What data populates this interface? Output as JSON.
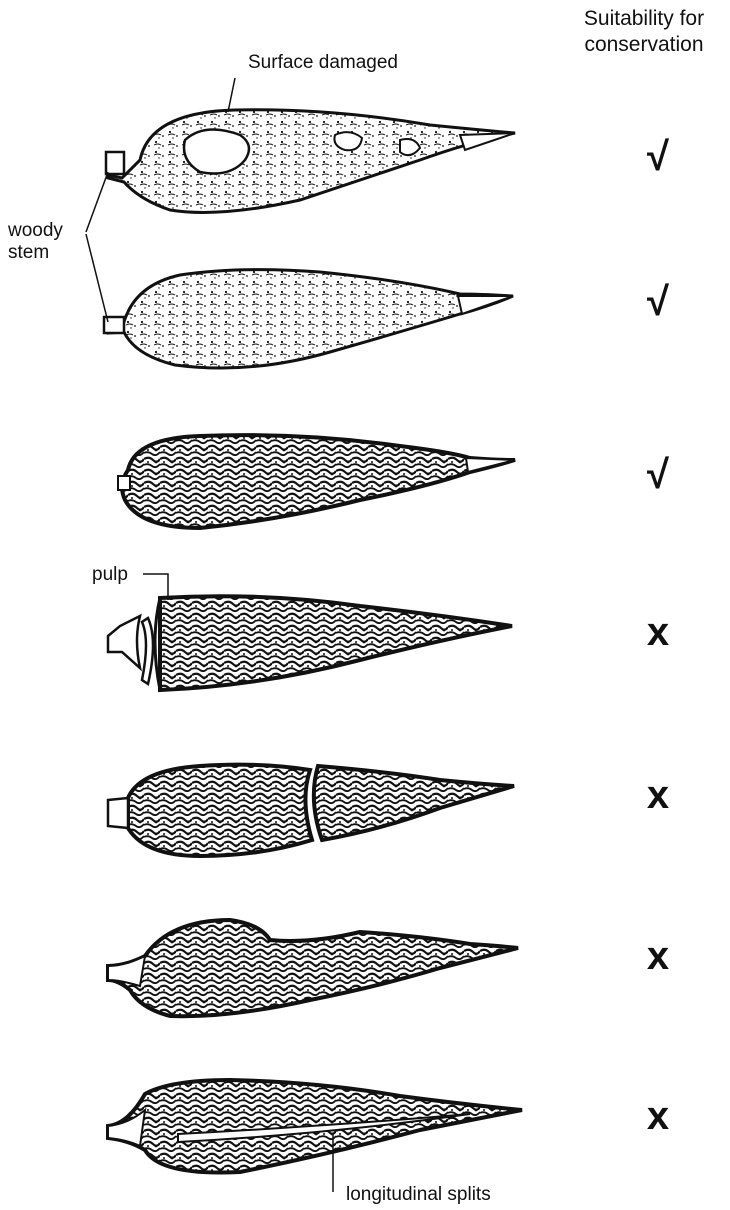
{
  "header": {
    "line1": "Suitability for",
    "line2": "conservation"
  },
  "labels": {
    "surface_damaged": "Surface damaged",
    "woody": "woody",
    "stem": "stem",
    "pulp": "pulp",
    "longitudinal_splits": "longitudinal splits"
  },
  "rows": [
    {
      "id": "tuber-1",
      "suitability": "√",
      "condition": "surface damaged, pale skin"
    },
    {
      "id": "tuber-2",
      "suitability": "√",
      "condition": "pale skin, intact"
    },
    {
      "id": "tuber-3",
      "suitability": "√",
      "condition": "dark skin, intact"
    },
    {
      "id": "tuber-4",
      "suitability": "x",
      "condition": "broken at neck, pulp exposed"
    },
    {
      "id": "tuber-5",
      "suitability": "x",
      "condition": "broken in middle"
    },
    {
      "id": "tuber-6",
      "suitability": "x",
      "condition": "damaged"
    },
    {
      "id": "tuber-7",
      "suitability": "x",
      "condition": "longitudinal splits"
    }
  ],
  "colors": {
    "ink": "#111111",
    "paper": "#ffffff"
  }
}
